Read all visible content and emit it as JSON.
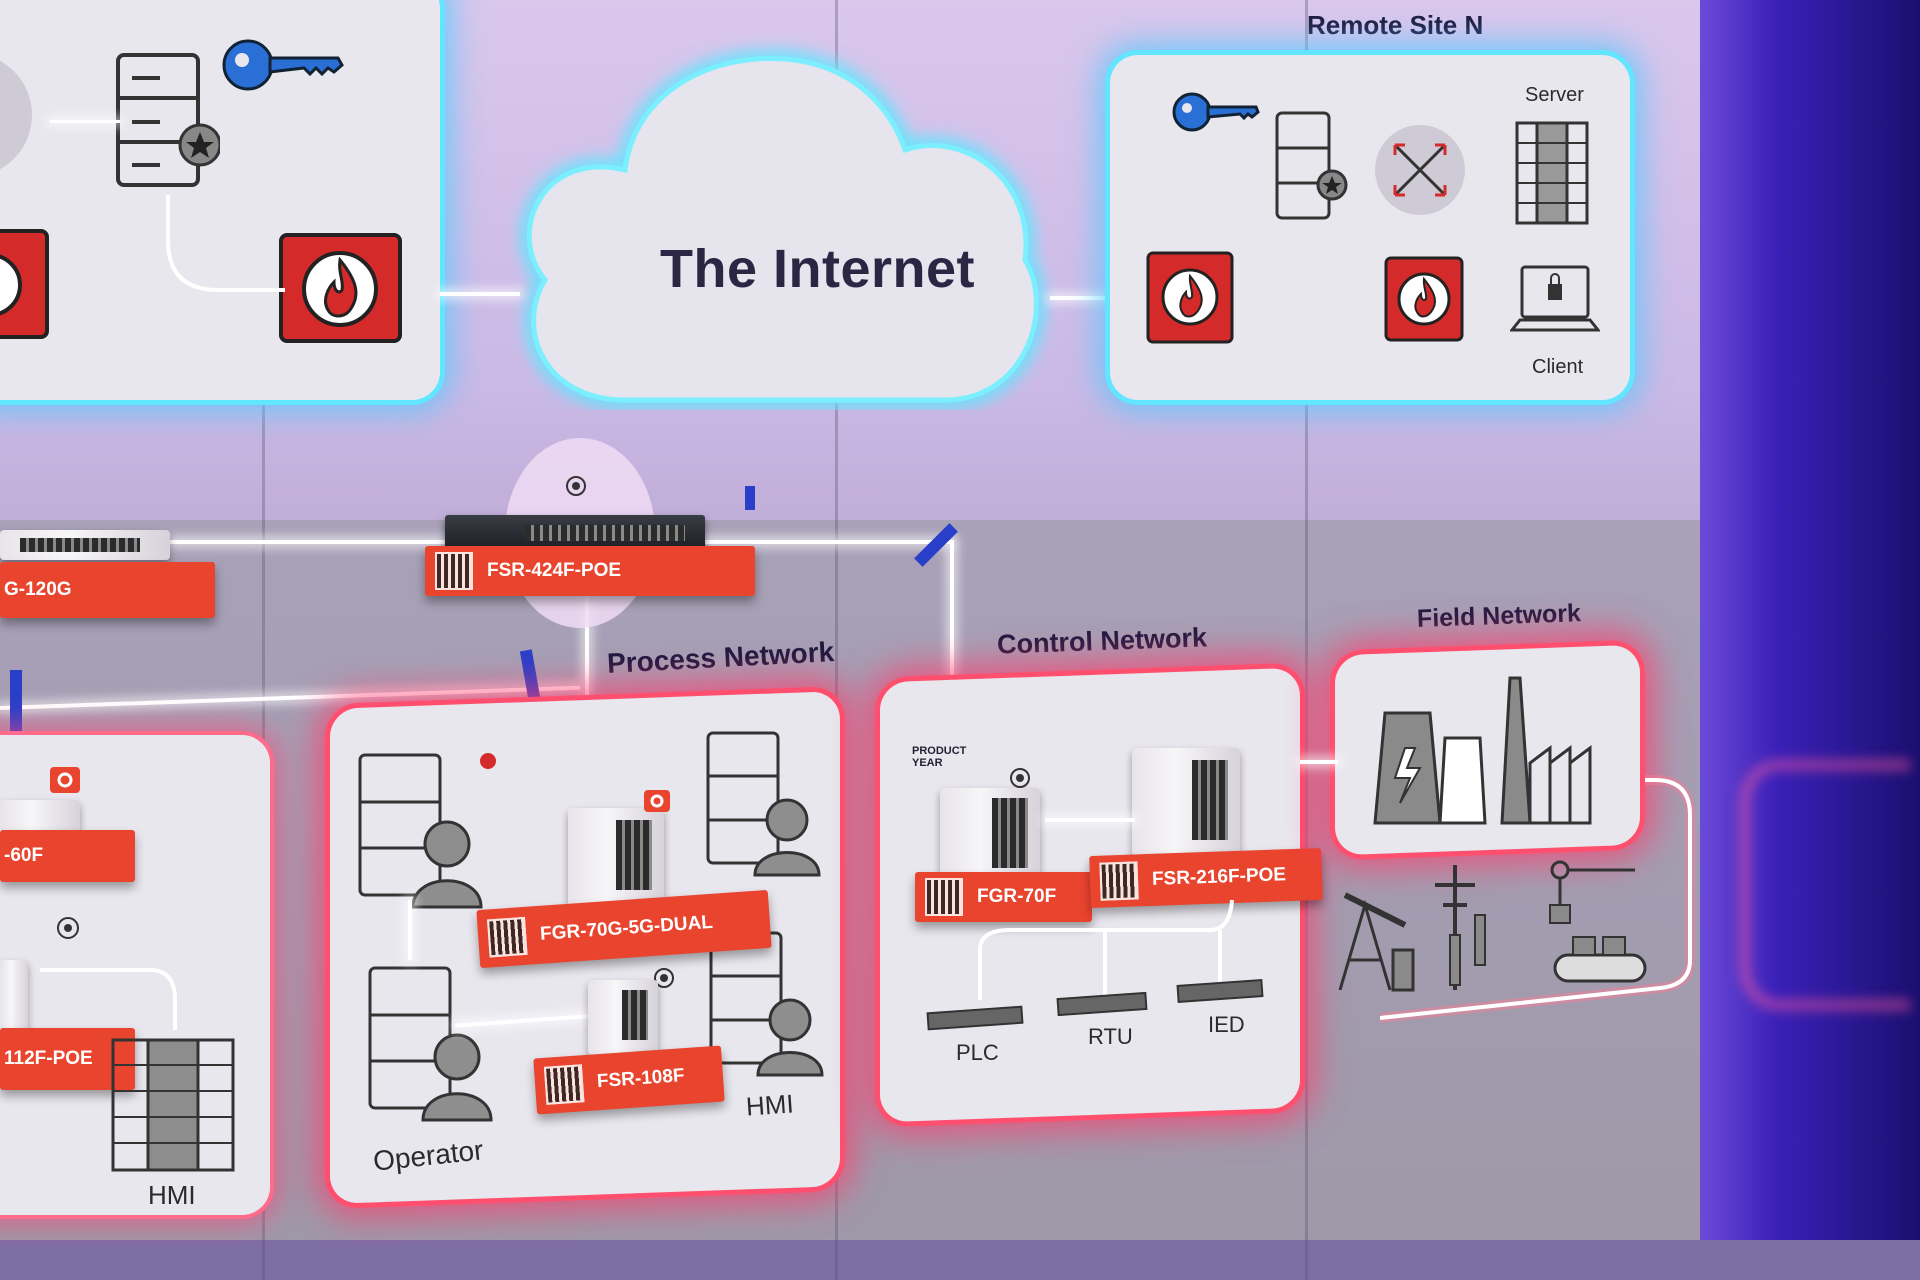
{
  "internet": {
    "label": "The Internet"
  },
  "remote_site": {
    "title": "Remote Site N",
    "server_label": "Server",
    "client_label": "Client"
  },
  "sections": {
    "process": "Process Network",
    "control": "Control Network",
    "field": "Field Network"
  },
  "devices": {
    "fsr_424f": "FSR-424F-POE",
    "fsr_120g": "G-120G",
    "fgr_60f": "-60F",
    "fsr_112f": "112F-POE",
    "fgr_70g": "FGR-70G-5G-DUAL",
    "fsr_108f": "FSR-108F",
    "fgr_70f": "FGR-70F",
    "fsr_216f": "FSR-216F-POE"
  },
  "process_labels": {
    "operator": "Operator",
    "hmi": "HMI",
    "hmi_left": "HMI"
  },
  "control_labels": {
    "plc": "PLC",
    "rtu": "RTU",
    "ied": "IED"
  },
  "award": {
    "line1": "PRODUCT",
    "line2": "YEAR"
  },
  "colors": {
    "glow_blue": "#62e5ff",
    "glow_red": "#ff4f6e",
    "tag_orange": "#e9442e",
    "firewall_red": "#d42a2a"
  }
}
